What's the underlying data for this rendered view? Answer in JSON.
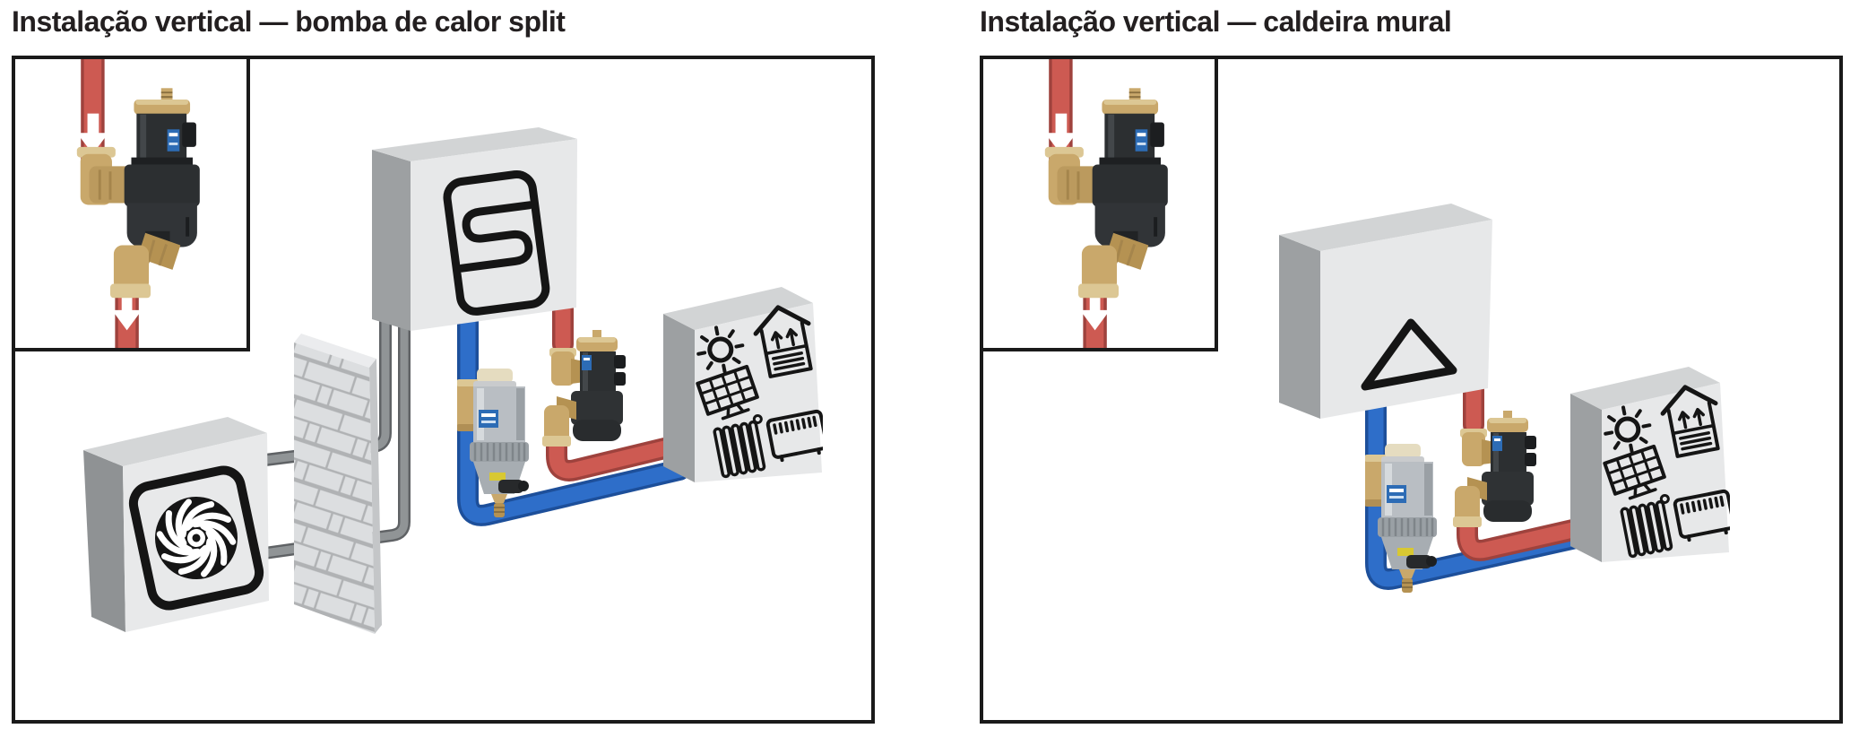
{
  "panels": [
    {
      "id": "heat-pump",
      "title": "Instalação vertical — bomba de calor split",
      "components": [
        "inset-detail-air-dirt-separator",
        "red-riser-pipe",
        "white-flow-direction-arrows",
        "heat-pump-outdoor-unit",
        "fan-icon",
        "brick-wall",
        "gray-connection-pipes",
        "indoor-hydronic-unit",
        "heat-exchanger-coil-icon",
        "magnetic-dirt-filter",
        "air-dirt-separator",
        "system-emitters-box",
        "solar-panel-icon",
        "house-underfloor-heating-icon",
        "radiator-icon",
        "fan-convector-icon",
        "blue-return-pipe",
        "red-flow-pipe"
      ]
    },
    {
      "id": "wall-boiler",
      "title": "Instalação vertical — caldeira mural",
      "components": [
        "inset-detail-air-dirt-separator",
        "red-riser-pipe",
        "white-flow-direction-arrows",
        "wall-hung-boiler",
        "triangle-icon",
        "magnetic-dirt-filter",
        "air-dirt-separator",
        "system-emitters-box",
        "solar-panel-icon",
        "house-underfloor-heating-icon",
        "radiator-icon",
        "fan-convector-icon",
        "blue-return-pipe",
        "red-flow-pipe"
      ]
    }
  ],
  "colors": {
    "panel_border": "#1a1a1a",
    "title_text": "#231f20",
    "red_pipe": "#cd5a52",
    "red_pipe_edge": "#9e423d",
    "blue_pipe": "#2e6ec9",
    "blue_pipe_edge": "#1d4f9a",
    "gray_pipe": "#909496",
    "gray_pipe_edge": "#5f6265",
    "brass_fitting": "#c9a86b",
    "brass_light": "#dcc794",
    "device_dark_body": "#2c2f31",
    "filter_gray_body": "#b9bec3",
    "caleffi_label_blue": "#2d6cb5",
    "drain_yellow": "#d8c832",
    "box_front": "#e7e8e9",
    "box_top": "#d2d4d5",
    "box_side": "#9da0a2",
    "wall_brick": "#dcdee0",
    "wall_mortar": "#b0b2b4",
    "icon_stroke": "#151515",
    "arrow": "#ffffff"
  }
}
